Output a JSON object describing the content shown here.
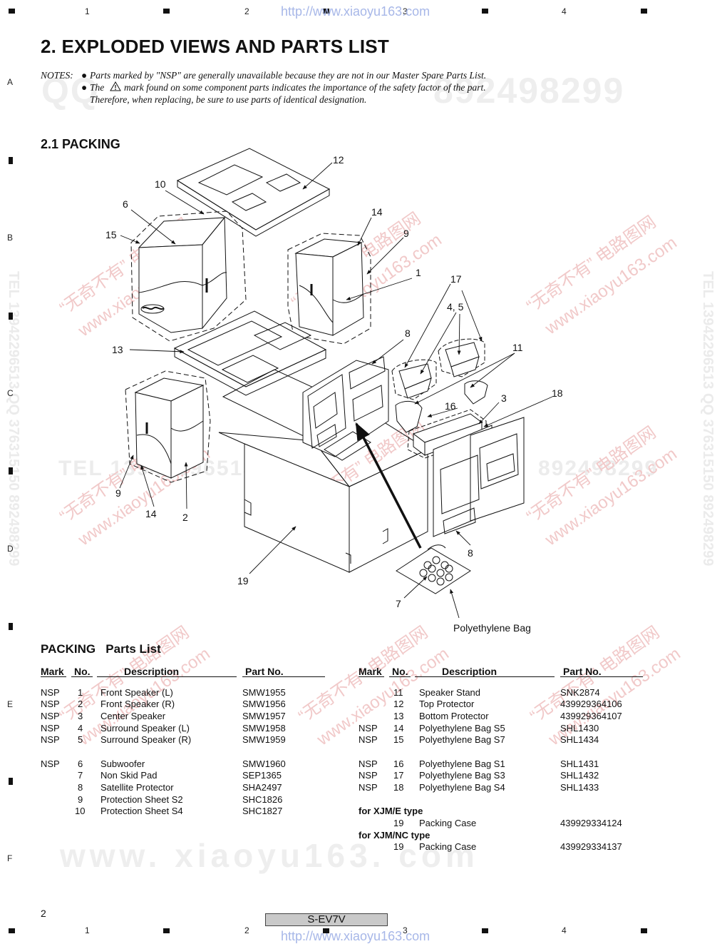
{
  "header": {
    "url": "http://www.xiaoyu163.com",
    "ticks": [
      "1",
      "2",
      "3",
      "4"
    ],
    "rows": [
      "A",
      "B",
      "C",
      "D",
      "E",
      "F"
    ]
  },
  "title": "2. EXPLODED VIEWS AND PARTS LIST",
  "notes": {
    "label": "NOTES:",
    "line1": "Parts marked by \"NSP\" are generally unavailable because they are not in our Master Spare Parts List.",
    "line2a": "The",
    "line2b": "mark found on some component parts indicates the importance of the safety factor of the part.",
    "line3": "Therefore, when replacing, be sure to use parts of identical designation."
  },
  "section": "2.1  PACKING",
  "diagram_labels": {
    "l12": "12",
    "l10": "10",
    "l6": "6",
    "l15": "15",
    "l14a": "14",
    "l9a": "9",
    "l1": "1",
    "l17": "17",
    "l45": "4, 5",
    "l8a": "8",
    "l11": "11",
    "l13": "13",
    "l3": "3",
    "l18": "18",
    "l16": "16",
    "l9b": "9",
    "l14b": "14",
    "l2": "2",
    "l8b": "8",
    "l19": "19",
    "l7": "7",
    "poly": "Polyethylene Bag"
  },
  "parts_list_title": "PACKING   Parts List",
  "columns": {
    "mark": "Mark",
    "no": "No.",
    "desc": "Description",
    "part": "Part No."
  },
  "left_rows": [
    {
      "mark": "NSP",
      "no": "1",
      "desc": "Front Speaker (L)",
      "part": "SMW1955"
    },
    {
      "mark": "NSP",
      "no": "2",
      "desc": "Front Speaker (R)",
      "part": "SMW1956"
    },
    {
      "mark": "NSP",
      "no": "3",
      "desc": "Center Speaker",
      "part": "SMW1957"
    },
    {
      "mark": "NSP",
      "no": "4",
      "desc": "Surround Speaker (L)",
      "part": "SMW1958"
    },
    {
      "mark": "NSP",
      "no": "5",
      "desc": "Surround Speaker (R)",
      "part": "SMW1959"
    },
    {
      "mark": "NSP",
      "no": "6",
      "desc": "Subwoofer",
      "part": "SMW1960"
    },
    {
      "mark": "",
      "no": "7",
      "desc": "Non Skid Pad",
      "part": "SEP1365"
    },
    {
      "mark": "",
      "no": "8",
      "desc": "Satellite Protector",
      "part": "SHA2497"
    },
    {
      "mark": "",
      "no": "9",
      "desc": "Protection Sheet S2",
      "part": "SHC1826"
    },
    {
      "mark": "",
      "no": "10",
      "desc": "Protection Sheet S4",
      "part": "SHC1827"
    }
  ],
  "right_rows": [
    {
      "mark": "",
      "no": "11",
      "desc": "Speaker Stand",
      "part": "SNK2874"
    },
    {
      "mark": "",
      "no": "12",
      "desc": "Top Protector",
      "part": "439929364106"
    },
    {
      "mark": "",
      "no": "13",
      "desc": "Bottom Protector",
      "part": "439929364107"
    },
    {
      "mark": "NSP",
      "no": "14",
      "desc": "Polyethylene Bag S5",
      "part": "SHL1430"
    },
    {
      "mark": "NSP",
      "no": "15",
      "desc": "Polyethylene Bag S7",
      "part": "SHL1434"
    },
    {
      "mark": "NSP",
      "no": "16",
      "desc": "Polyethylene Bag S1",
      "part": "SHL1431"
    },
    {
      "mark": "NSP",
      "no": "17",
      "desc": "Polyethylene Bag S3",
      "part": "SHL1432"
    },
    {
      "mark": "NSP",
      "no": "18",
      "desc": "Polyethylene Bag S4",
      "part": "SHL1433"
    }
  ],
  "variant_xjm_e": {
    "heading": "for XJM/E type",
    "no": "19",
    "desc": "Packing Case",
    "part": "439929334124"
  },
  "variant_xjm_nc": {
    "heading": "for XJM/NC type",
    "no": "19",
    "desc": "Packing Case",
    "part": "439929334137"
  },
  "footer": {
    "page": "2",
    "model": "S-EV7V"
  },
  "watermarks": {
    "qq": "QQ",
    "phone": "892498299",
    "tel": "TEL 13942296513",
    "site": "www.xiaoyu163.com",
    "site_spaced": "www. xiaoyu163. com",
    "cn": "“无奇不有” 电路图网",
    "vert_left": "TEL 13942296513 QQ 376315150 892498299",
    "vert_right": "TEL 13942296513 QQ 376315150 892498299"
  }
}
